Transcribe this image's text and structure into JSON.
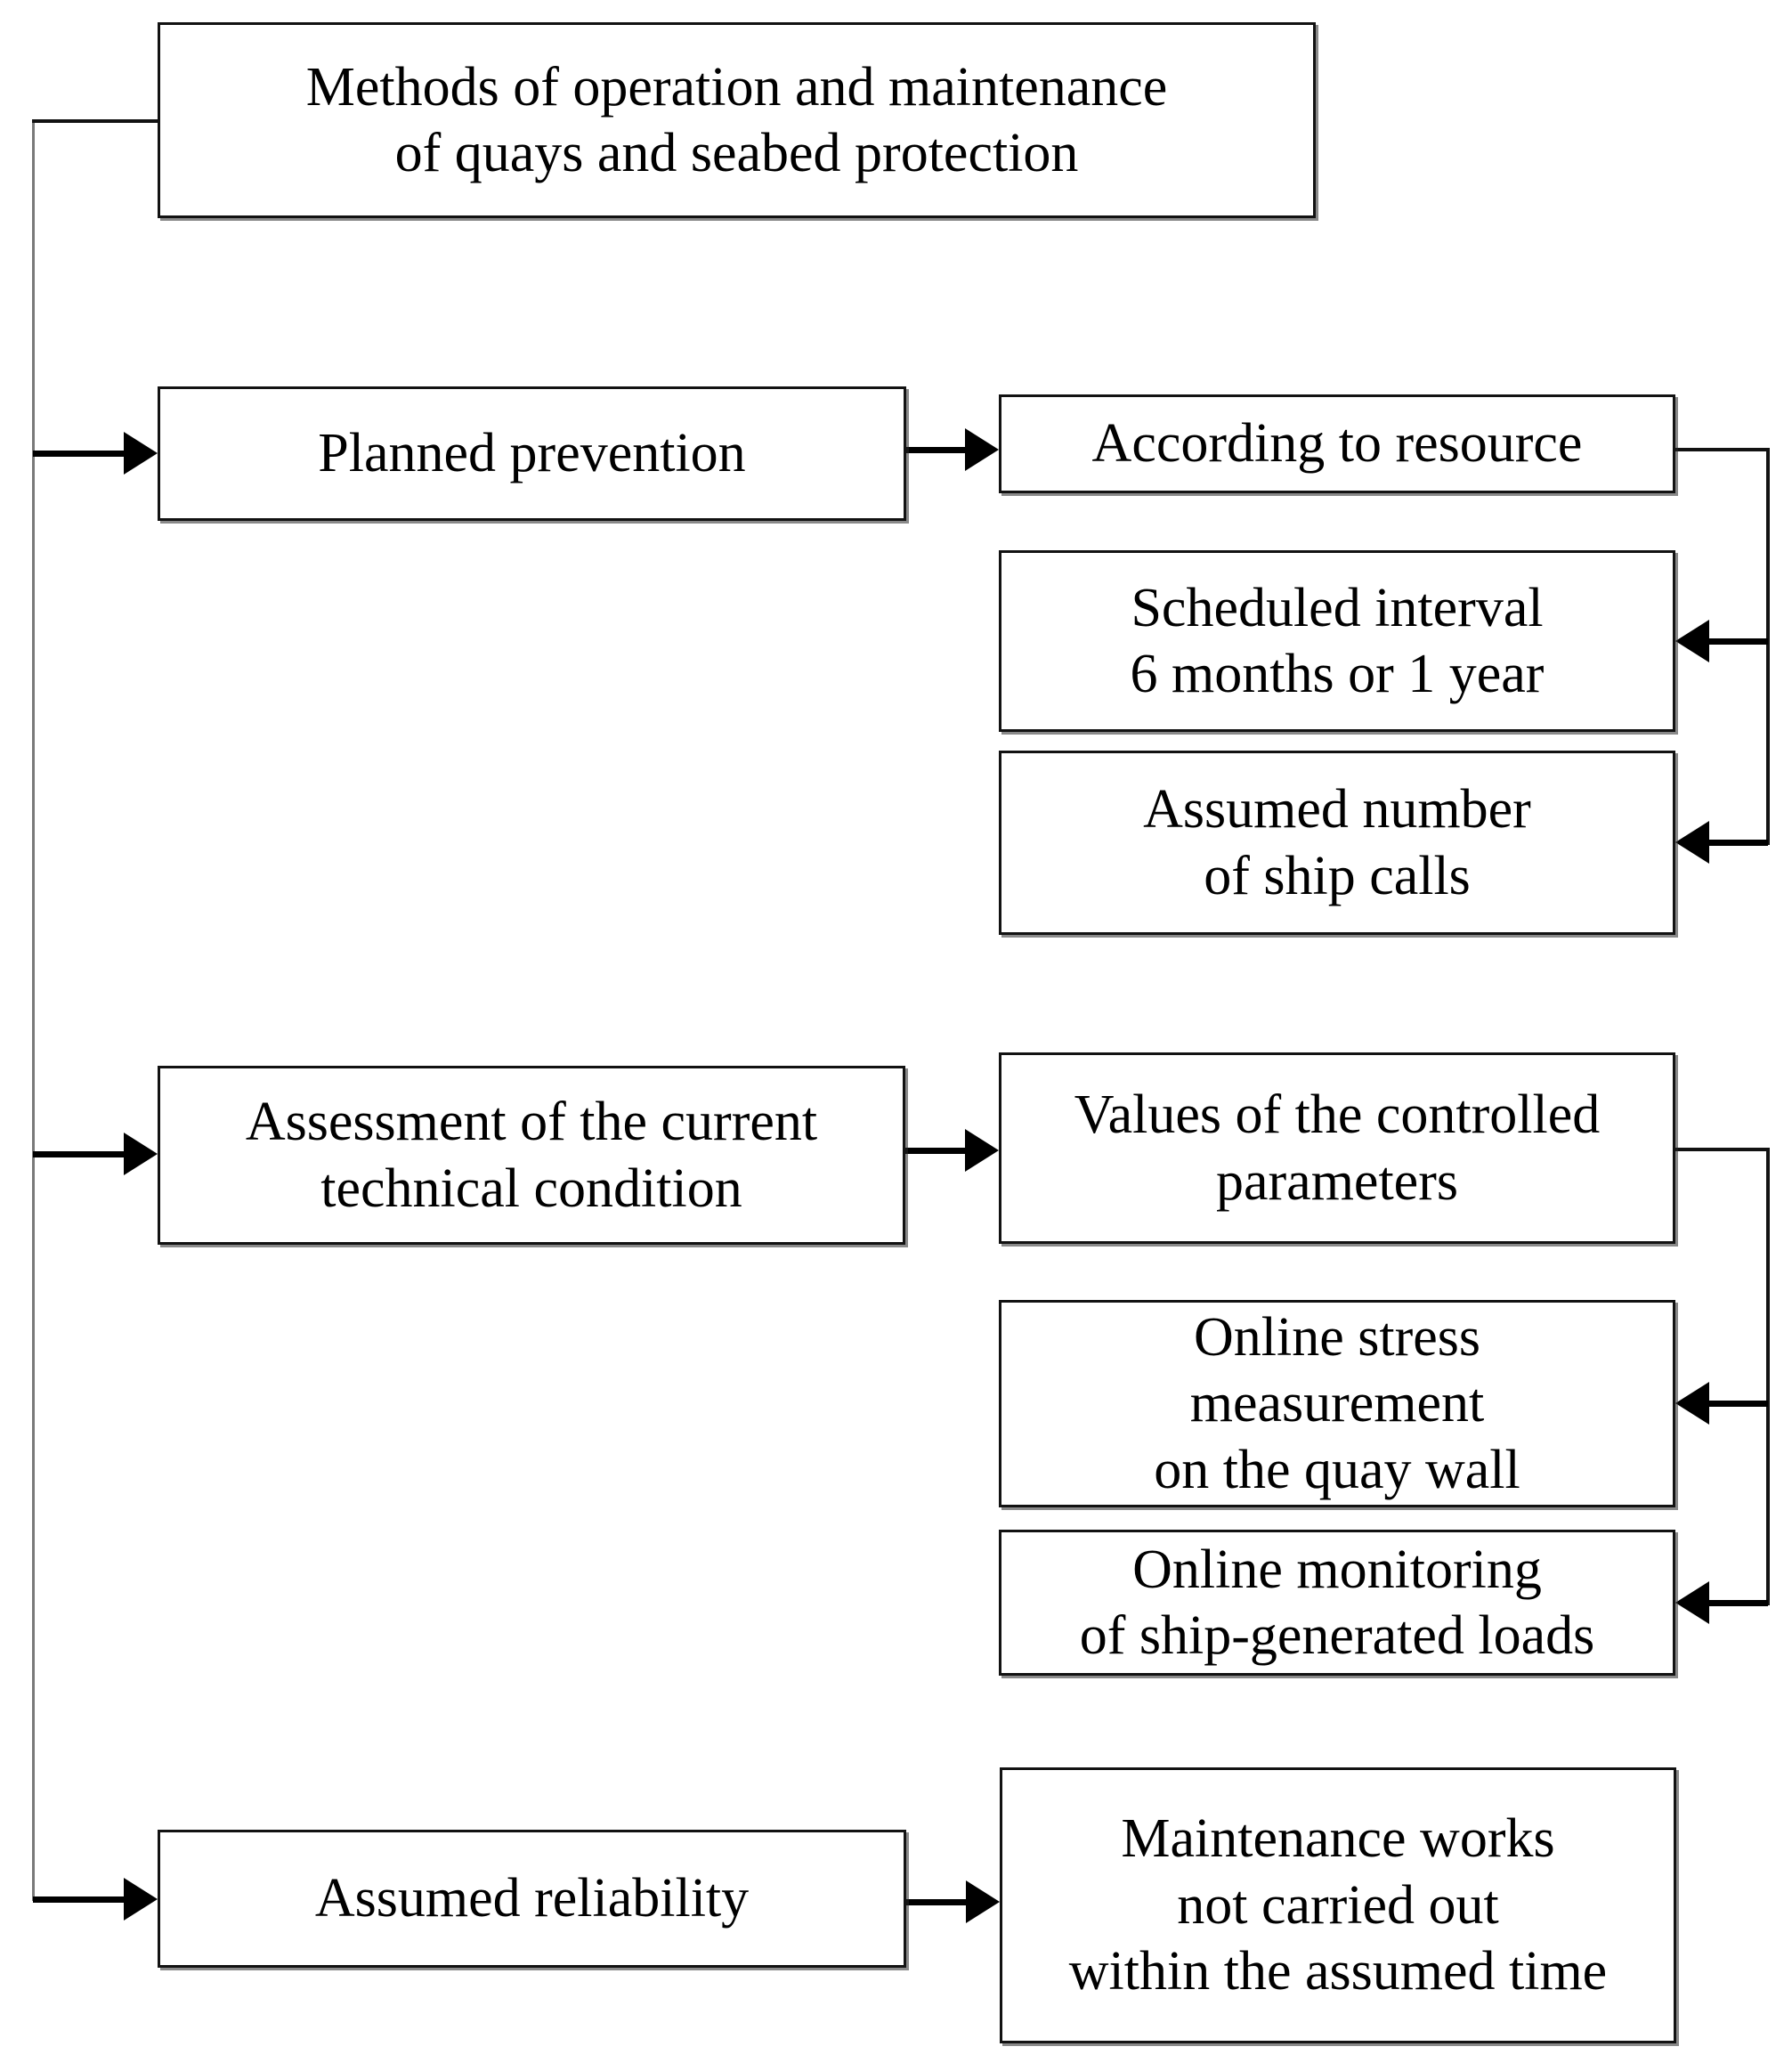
{
  "diagram": {
    "title": "Methods of operation and maintenance of quays and seabed protection - flowchart",
    "colors": {
      "background": "#ffffff",
      "box_fill": "#ffffff",
      "box_border": "#121212",
      "line": "#121212",
      "trunk_line": "#7a7a7a",
      "text": "#000000"
    },
    "nodes": {
      "root": {
        "lines": [
          "Methods of operation and maintenance",
          "of quays and seabed protection"
        ]
      },
      "planned_prevention": {
        "lines": [
          "Planned prevention"
        ]
      },
      "according_to_resource": {
        "lines": [
          "According to resource"
        ]
      },
      "scheduled_interval": {
        "lines": [
          "Scheduled interval",
          "6 months or 1 year"
        ]
      },
      "assumed_ship_calls": {
        "lines": [
          "Assumed number",
          "of ship calls"
        ]
      },
      "assessment": {
        "lines": [
          "Assessment of the current",
          "technical condition"
        ]
      },
      "controlled_parameters": {
        "lines": [
          "Values of the controlled",
          "parameters"
        ]
      },
      "online_stress": {
        "lines": [
          "Online stress",
          "measurement",
          "on the quay wall"
        ]
      },
      "online_monitoring": {
        "lines": [
          "Online monitoring",
          "of ship-generated loads"
        ]
      },
      "assumed_reliability": {
        "lines": [
          "Assumed reliability"
        ]
      },
      "maintenance_works": {
        "lines": [
          "Maintenance works",
          "not carried out",
          "within the assumed time"
        ]
      }
    },
    "edges": [
      {
        "from": "root",
        "to": "planned_prevention",
        "via": "left-trunk",
        "style": "arrow"
      },
      {
        "from": "root",
        "to": "assessment",
        "via": "left-trunk",
        "style": "arrow"
      },
      {
        "from": "root",
        "to": "assumed_reliability",
        "via": "left-trunk",
        "style": "arrow"
      },
      {
        "from": "planned_prevention",
        "to": "according_to_resource",
        "style": "arrow"
      },
      {
        "from": "according_to_resource",
        "to": "scheduled_interval",
        "via": "right-loop",
        "style": "arrow"
      },
      {
        "from": "according_to_resource",
        "to": "assumed_ship_calls",
        "via": "right-loop",
        "style": "arrow"
      },
      {
        "from": "assessment",
        "to": "controlled_parameters",
        "style": "arrow"
      },
      {
        "from": "controlled_parameters",
        "to": "online_stress",
        "via": "right-loop",
        "style": "arrow"
      },
      {
        "from": "controlled_parameters",
        "to": "online_monitoring",
        "via": "right-loop",
        "style": "arrow"
      },
      {
        "from": "assumed_reliability",
        "to": "maintenance_works",
        "style": "arrow"
      }
    ]
  }
}
